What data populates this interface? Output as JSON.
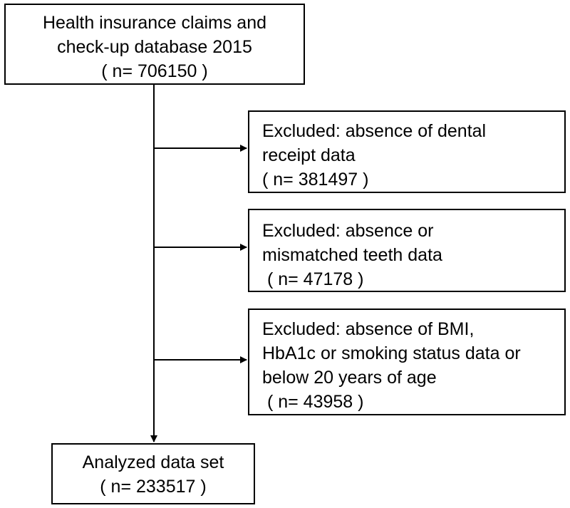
{
  "source": {
    "line1": "Health insurance claims and",
    "line2": "check-up database 2015",
    "line3": "( n= 706150 )"
  },
  "exclusions": [
    {
      "line1": "Excluded: absence of dental",
      "line2": "receipt data",
      "line3": "( n= 381497 )"
    },
    {
      "line1": "Excluded: absence or",
      "line2": "mismatched teeth data",
      "line3": " ( n= 47178 )"
    },
    {
      "line1": "Excluded: absence of BMI,",
      "line2": "HbA1c or smoking status data or",
      "line3": "below 20 years of age",
      "line4": " ( n= 43958 )"
    }
  ],
  "final": {
    "line1": "Analyzed data set",
    "line2": "( n= 233517 )"
  }
}
